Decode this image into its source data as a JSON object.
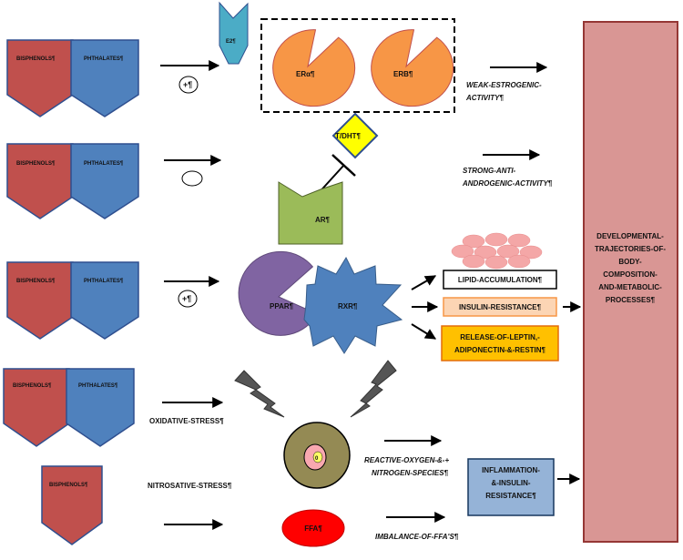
{
  "chemicals": {
    "bisphenols": "BISPHENOLS¶",
    "phthalates": "PHTHALATES¶"
  },
  "receptors": {
    "e2": "E2¶",
    "era": "ERα¶",
    "erb": "ERB¶",
    "t_dht": "T/DHT¶",
    "ar": "AR¶",
    "ppar": "PPAR¶",
    "rxr": "RXR¶",
    "ffa": "FFA¶"
  },
  "signs": {
    "plus1": "+¶",
    "plus2": "+¶"
  },
  "effects": {
    "weak_estrogenic_1": "WEAK-ESTROGENIC-",
    "weak_estrogenic_2": "ACTIVITY¶",
    "anti_androgenic_1": "STRONG-ANTI-",
    "anti_androgenic_2": "ANDROGENIC-ACTIVITY¶",
    "lipid_accumulation": "LIPID-ACCUMULATION¶",
    "insulin_resistance": "INSULIN-RESISTANCE¶",
    "release_1": "RELEASE-OF-LEPTIN,-",
    "release_2": "ADIPONECTIN-&-RESTIN¶",
    "oxidative_stress": "OXIDATIVE-STRESS¶",
    "nitrosative_stress": "NITROSATIVE-STRESS¶",
    "ros_1": "REACTIVE-OXYGEN-&-+",
    "ros_2": "NITROGEN-SPECIES¶",
    "imbalance_ffa": "IMBALANCE-OF-FFA'S¶",
    "inflammation_1": "INFLAMMATION-",
    "inflammation_2": "&-INSULIN-",
    "inflammation_3": "RESISTANCE¶",
    "cell_nucleus": "0"
  },
  "outcome": {
    "line1": "DEVELOPMENTAL-",
    "line2": "TRAJECTORIES-OF-",
    "line3": "BODY-",
    "line4": "COMPOSITION-",
    "line5": "AND-METABOLIC-",
    "line6": "PROCESSES¶"
  },
  "colors": {
    "bisphenol_red": "#c0504d",
    "phthalate_blue": "#4f81bd",
    "receptor_orange": "#f79646",
    "e2_teal": "#4bacc6",
    "tdht_yellow": "#ffff00",
    "ar_green": "#9bbb59",
    "ppar_purple": "#8064a2",
    "rxr_blue": "#4f81bd",
    "lipid_pink": "#f4a7a7",
    "insulin_peach": "#fcd5b4",
    "release_orange": "#ffc000",
    "outcome_pink": "#d99694",
    "outcome_border": "#953735",
    "inflammation_blue": "#95b3d7",
    "cell_olive": "#948a54",
    "ffa_red": "#ff0000",
    "lightning_gray": "#555555"
  }
}
